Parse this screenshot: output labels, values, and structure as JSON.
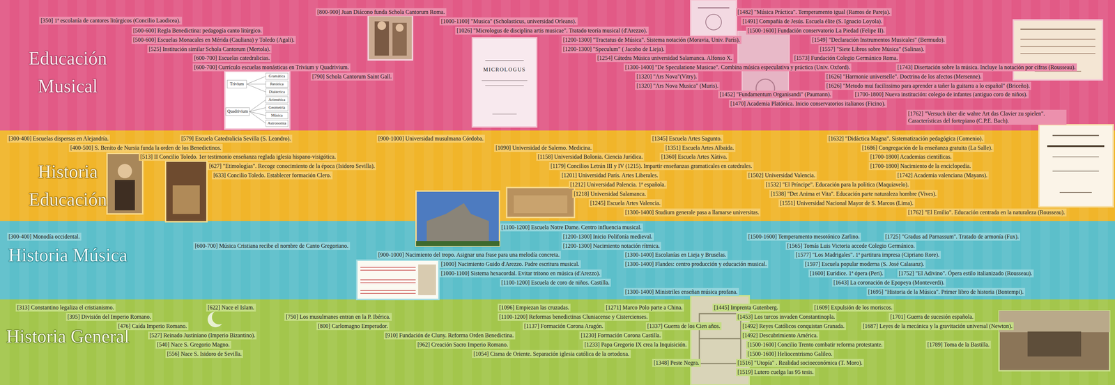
{
  "diagram": {
    "nodes": [
      {
        "text": [
          "Educación Musical"
        ]
      },
      {
        "text": [
          "Historia Educación"
        ]
      },
      {
        "text": [
          "Historia Música"
        ]
      },
      {
        "text": [
          "Historia General"
        ]
      },
      {
        "text": [
          "[350] 1ª escolanía de cantores litúrgicos (Concilio Laodicea)."
        ],
        "in": 0
      },
      {
        "text": [
          "[500-600] Regla Benedictina: pedagogía canto litúrgico."
        ],
        "in": 0
      },
      {
        "text": [
          "[500-600] Escuelas Monacales en Mérida (Cauliana) y Toledo (Agali)."
        ],
        "in": 0
      },
      {
        "text": [
          "[525] Institución similar Schola Cantorum (Mertola)."
        ],
        "in": 0
      },
      {
        "text": [
          "[600-700] Escuelas catedralicias."
        ],
        "in": 0
      },
      {
        "text": [
          "[600-700] Currículo escuelas monásticas en Trivium y Quadrivium."
        ],
        "in": 0
      },
      {
        "text": [
          "[790] Schola Cantorum Saint Gall."
        ],
        "in": 0
      },
      {
        "text": [
          "[800-900] Juan Diácono funda Schola Cantorum Roma."
        ],
        "in": 0
      },
      {
        "text": [
          "[1000-1100] \"Musica\" (Scholasticus, universidad Orleans)."
        ],
        "in": 0
      },
      {
        "text": [
          "[1026] \"Micrologus de disciplina artis musicae\". Tratado teoría musical (d'Arezzo)."
        ],
        "in": 0
      },
      {
        "text": [
          "[1200-1300] \"Tractatus de Música\". Sistema notación (Moravia, Univ. París)."
        ],
        "in": 0
      },
      {
        "text": [
          "[1200-1300] \"Speculum\" ( Jacobo de Lieja)."
        ],
        "in": 0
      },
      {
        "text": [
          "[1254] Cátedra Música universidad Salamanca. Alfonso X."
        ],
        "in": 0
      },
      {
        "text": [
          "[1300-1400] \"De Speculatione Musicae\". Combina música especulativa y práctica (Univ. Oxford)."
        ],
        "in": 0
      },
      {
        "text": [
          "[1320] \"Ars Nova\"(Vitry)."
        ],
        "in": 0
      },
      {
        "text": [
          "[1320] \"Ars Nova Musica\" (Muris)."
        ],
        "in": 0
      },
      {
        "text": [
          "[1452] \"Fundamentum Organisandi\" (Paumann)."
        ],
        "in": 0
      },
      {
        "text": [
          "[1470] Academia Platónica. Inicio conservatorios italianos (Ficino)."
        ],
        "in": 0
      },
      {
        "text": [
          "[1482] \"Música Práctica\". Temperamento igual (Ramos de Pareja)."
        ],
        "in": 0
      },
      {
        "text": [
          "[1491] Compañía de Jesús. Escuela élite (S. Ignacio Loyola)."
        ],
        "in": 0
      },
      {
        "text": [
          "[1500-1600] Fundación conservatorio La Piedad (Felipe II)."
        ],
        "in": 0
      },
      {
        "text": [
          "[1549] \"Declaración Instrumentos Musicales\" (Bermudo)."
        ],
        "in": 0
      },
      {
        "text": [
          "[1557] \"Siete Libros sobre Música\" (Salinas)."
        ],
        "in": 0
      },
      {
        "text": [
          "[1573] Fundación Colegio Germánico Roma."
        ],
        "in": 0
      },
      {
        "text": [
          "[1743] Disertación sobre la música. Incluye la notación por cifras (Rousseau)."
        ],
        "in": 0
      },
      {
        "text": [
          "[1626] \"Harmonie universelle\". Doctrina de los afectos (Mersenne)."
        ],
        "in": 0
      },
      {
        "text": [
          "[1626] \"Metodo mui facilissimo para aprender a tañer la guitarra a lo español\" (Briceño)."
        ],
        "in": 0
      },
      {
        "text": [
          "[1700-1800] Nueva institución: colegio de infantes (antiguo coro de niños)."
        ],
        "in": 0
      },
      {
        "text": [
          "[1762] \"Versuch über die wahre Art das Clavier zu spielen\". Características del fortepiano (C.P.E. Bach)."
        ],
        "in": 0
      },
      {
        "text": [
          "[300-400] Escuelas dispersas en Alejandría."
        ],
        "in": 1
      },
      {
        "text": [
          "[400-500] S. Benito de Nursia funda la orden de los Benedictinos."
        ],
        "in": 1
      },
      {
        "text": [
          "[513] II Concilio Toledo. 1er testimonio enseñanza reglada iglesia hispano-visigótica."
        ],
        "in": 1
      },
      {
        "text": [
          "[579] Escuela Catedralicia Sevilla (S. Leandro)."
        ],
        "in": 1
      },
      {
        "text": [
          "[627] \"Etimologías\". Recoge conocimiento de la época (Isidoro Sevilla)."
        ],
        "in": 1
      },
      {
        "text": [
          "[633] Concilio Toledo. Establecer formación Clero."
        ],
        "in": 1
      },
      {
        "text": [
          "[900-1000] Universidad musulmana Córdoba."
        ],
        "in": 1
      },
      {
        "text": [
          "[1090] Universidad de Salerno. Medicina."
        ],
        "in": 1
      },
      {
        "text": [
          "[1158] Universidad Bolonia. Ciencia Jurídica."
        ],
        "in": 1
      },
      {
        "text": [
          "[1179] Concilios Letrán III y IV (1215). Impartir enseñanzas gramaticales en catedrales."
        ],
        "in": 1
      },
      {
        "text": [
          "[1201] Universidad París. Artes Liberales."
        ],
        "in": 1
      },
      {
        "text": [
          "[1212] Universidad Palencia. 1ª española."
        ],
        "in": 1
      },
      {
        "text": [
          "[1218] Universidad Salamanca."
        ],
        "in": 1
      },
      {
        "text": [
          "[1245] Escuela Artes Valencia."
        ],
        "in": 1
      },
      {
        "text": [
          "[1300-1400] Studium generale pasa a llamarse universitas."
        ],
        "in": 1
      },
      {
        "text": [
          "[1345] Escuela Artes Sagunto."
        ],
        "in": 1
      },
      {
        "text": [
          "[1351] Escuela Artes Albaida."
        ],
        "in": 1
      },
      {
        "text": [
          "[1360] Escuela Artes Xàtiva."
        ],
        "in": 1
      },
      {
        "text": [
          "[1502] Universidad Valencia."
        ],
        "in": 1
      },
      {
        "text": [
          "[1532] \"El Príncipe\". Educación para la política (Maquiavelo)."
        ],
        "in": 1
      },
      {
        "text": [
          "[1538] \"Det Anima et Vita\". Educación parte naturaleza hombre (Vives)."
        ],
        "in": 1
      },
      {
        "text": [
          "[1551] Universidad Nacional Mayor de S. Marcos (Lima)."
        ],
        "in": 1
      },
      {
        "text": [
          "[1632] \"Didáctica Magna\". Sistematización pedagógica (Comenio)."
        ],
        "in": 1
      },
      {
        "text": [
          "[1686] Congregación de la enseñanza gratuita (La Salle)."
        ],
        "in": 1
      },
      {
        "text": [
          "[1700-1800] Academias científicas."
        ],
        "in": 1
      },
      {
        "text": [
          "[1700-1800] Nacimiento de la enciclopedia."
        ],
        "in": 1
      },
      {
        "text": [
          "[1742] Academia valenciana (Mayans)."
        ],
        "in": 1
      },
      {
        "text": [
          "[1762] \"El Emilio\". Educación centrada en la naturaleza (Rousseau)."
        ],
        "in": 1
      },
      {
        "text": [
          "[300-400] Monodía occidental."
        ],
        "in": 2
      },
      {
        "text": [
          "[600-700] Música Cristiana recibe el nombre de Canto Gregoriano."
        ],
        "in": 2
      },
      {
        "text": [
          "[1100-1200] Escuela Notre Dame. Centro influencia musical."
        ],
        "in": 2
      },
      {
        "text": [
          "[1200-1300] Inicio Polifonía medieval."
        ],
        "in": 2
      },
      {
        "text": [
          "[1200-1300] Nacimiento notación rítmica."
        ],
        "in": 2
      },
      {
        "text": [
          "[900-1000] Nacimiento del tropo. Asignar una frase para una melodía concreta."
        ],
        "in": 2
      },
      {
        "text": [
          "[1000] Nacimiento Guido d'Arezzo. Padre escritura musical."
        ],
        "in": 2
      },
      {
        "text": [
          "[1000-1100] Sistema hexacordal. Evitar tritono en música (d'Arezzo)."
        ],
        "in": 2
      },
      {
        "text": [
          "[1100-1200] Escuela de coro de niños. Castilla."
        ],
        "in": 2
      },
      {
        "text": [
          "[1300-1400] Escolanías en Lieja y Bruselas."
        ],
        "in": 2
      },
      {
        "text": [
          "[1300-1400] Flandes: centro producción y educación musical."
        ],
        "in": 2
      },
      {
        "text": [
          "[1300-1400] Ministriles enseñan música profana."
        ],
        "in": 2
      },
      {
        "text": [
          "[1500-1600] Temperamento mesotónico Zarlino."
        ],
        "in": 2
      },
      {
        "text": [
          "[1565] Tomás Luis Victoria accede Colegio Germánico."
        ],
        "in": 2
      },
      {
        "text": [
          "[1577] \"Los Madrigales\". 1ª partitura impresa (Cipriano Rore)."
        ],
        "in": 2
      },
      {
        "text": [
          "[1597] Escuela popular moderna (S. José Calasanz)."
        ],
        "in": 2
      },
      {
        "text": [
          "[1600] Eurídice. 1ª ópera (Peri)."
        ],
        "in": 2
      },
      {
        "text": [
          "[1643] La coronación de Epopeya (Monteverdi)."
        ],
        "in": 2
      },
      {
        "text": [
          "[1725] \"Gradus ad Parnassum\". Tratado de armonía (Fux)."
        ],
        "in": 2
      },
      {
        "text": [
          "[1752] \"El Adivino\". Ópera estilo italianizado (Rousseau)."
        ],
        "in": 2
      },
      {
        "text": [
          "[1695] \"Historia de la Música\". Primer libro de historia (Bontempi)."
        ],
        "in": 2
      },
      {
        "text": [
          "[313] Constantino legaliza el cristianismo."
        ],
        "in": 3
      },
      {
        "text": [
          "[395] División del Imperio Romano."
        ],
        "in": 3
      },
      {
        "text": [
          "[476] Caída Imperio Romano."
        ],
        "in": 3
      },
      {
        "text": [
          "[527] Reinado Justiniano (Imperio Bizantino)."
        ],
        "in": 3
      },
      {
        "text": [
          "[540] Nace S. Gregorio Magno."
        ],
        "in": 3
      },
      {
        "text": [
          "[556] Nace S. Isidoro de Sevilla."
        ],
        "in": 3
      },
      {
        "text": [
          "[622] Nace el Islam."
        ],
        "in": 3
      },
      {
        "text": [
          "[750] Los musulmanes entran en la P. Ibérica."
        ],
        "in": 3
      },
      {
        "text": [
          "[800] Carlomagno Emperador."
        ],
        "in": 3
      },
      {
        "text": [
          "[910] Fundación de Cluny. Reforma Orden Benedictina."
        ],
        "in": 3
      },
      {
        "text": [
          "[962] Creación Sacro Imperio Romano."
        ],
        "in": 3
      },
      {
        "text": [
          "[1054] Cisma de Oriente. Separación iglesia católica de la ortodoxa."
        ],
        "in": 3
      },
      {
        "text": [
          "[1096] Empiezan las cruzadas."
        ],
        "in": 3
      },
      {
        "text": [
          "[1100-1200] Reformas benedictinas Cluniacense y Cistercienses."
        ],
        "in": 3
      },
      {
        "text": [
          "[1137] Formación Corona Aragón."
        ],
        "in": 3
      },
      {
        "text": [
          "[1230] Formación Corona Castilla."
        ],
        "in": 3
      },
      {
        "text": [
          "[1233] Papa Gregorio IX crea la Inquisición."
        ],
        "in": 3
      },
      {
        "text": [
          "[1271] Marco Polo parte a China."
        ],
        "in": 3
      },
      {
        "text": [
          "[1337] Guerra de los Cien años."
        ],
        "in": 3
      },
      {
        "text": [
          "[1348] Peste Negra."
        ],
        "in": 3
      },
      {
        "text": [
          "[1445] Imprenta Gutenberg."
        ],
        "in": 3
      },
      {
        "text": [
          "[1453] Los turcos invaden Constantinopla."
        ],
        "in": 3
      },
      {
        "text": [
          "[1492] Reyes Católicos conquistan Granada."
        ],
        "in": 3
      },
      {
        "text": [
          "[1492] Descubrimiento América."
        ],
        "in": 3
      },
      {
        "text": [
          "[1500-1600] Concilio Trento combatir reforma protestante."
        ],
        "in": 3
      },
      {
        "text": [
          "[1500-1600] Heliocentrismo Galileo."
        ],
        "in": 3
      },
      {
        "text": [
          "[1516] \"Utopía\" . Realidad socioeconómica (T. Moro)."
        ],
        "in": 3
      },
      {
        "text": [
          "[1519] Lutero cuelga las 95 tesis."
        ],
        "in": 3
      },
      {
        "text": [
          "[1609] Expulsión de los moriscos."
        ],
        "in": 3
      },
      {
        "text": [
          "[1701] Guerra de sucesión española."
        ],
        "in": 3
      },
      {
        "text": [
          "[1687] Leyes de la mecánica y la gravitación universal (Newton)."
        ],
        "in": 3
      },
      {
        "text": [
          "[1789] Toma de la Bastilla."
        ],
        "in": 3
      }
    ],
    "labels": [
      "Trivium",
      "Quadrivium",
      "Gramática",
      "Retórica",
      "Dialéctica",
      "Aritmética",
      "Geometría",
      "Música",
      "Astronomía",
      "MICROLOGUS"
    ]
  }
}
